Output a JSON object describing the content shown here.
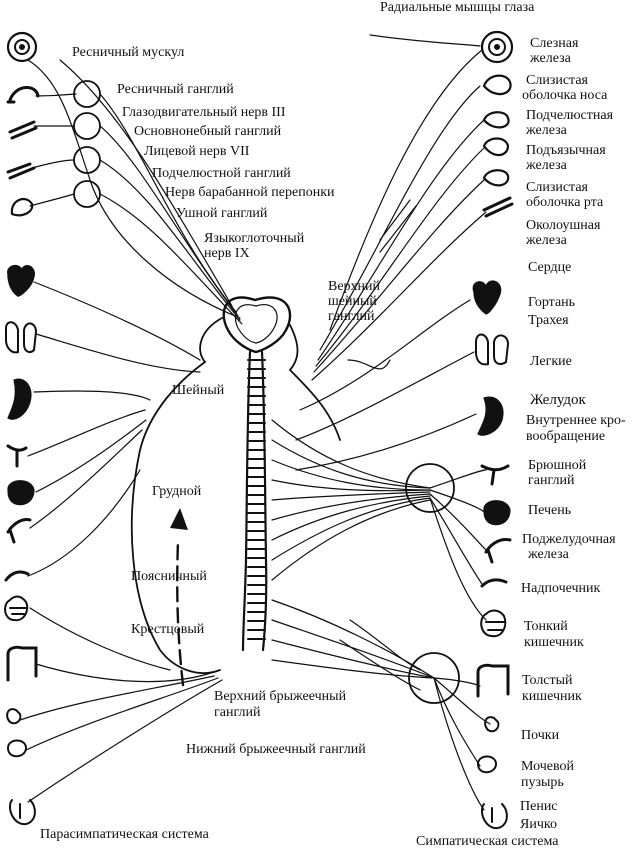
{
  "colors": {
    "ink": "#111111",
    "background": "#ffffff"
  },
  "labels": {
    "radial_eye_muscles": "Радиальные мышцы глаза",
    "ciliary_muscle": "Ресничный мускул",
    "ciliary_ganglion": "Ресничный ганглий",
    "oculomotor_nerve": "Глазодвигательный нерв III",
    "sphenopalatine_ganglion": "Основнонебный ганглий",
    "facial_nerve": "Лицевой нерв VII",
    "submandibular_ganglion": "Подчелюстной ганглий",
    "tympanic_nerve": "Нерв барабанной перепонки",
    "otic_ganglion": "Ушной ганглий",
    "glossopharyngeal_1": "Языкоглоточный",
    "glossopharyngeal_2": "нерв IX",
    "lacrimal_1": "Слезная",
    "lacrimal_2": "железа",
    "nasal_mucosa_1": "Слизистая",
    "nasal_mucosa_2": "оболочка носа",
    "submandibular_gland_1": "Подчелюстная",
    "submandibular_gland_2": "железа",
    "sublingual_1": "Подъязычная",
    "sublingual_2": "железа",
    "oral_mucosa_1": "Слизистая",
    "oral_mucosa_2": "оболочка рта",
    "parotid_1": "Околоушная",
    "parotid_2": "железа",
    "upper_cervical_1": "Верхний",
    "upper_cervical_2": "шейный",
    "upper_cervical_3": "ганглий",
    "heart": "Сердце",
    "larynx": "Гортань",
    "trachea": "Трахея",
    "lungs": "Легкие",
    "stomach": "Желудок",
    "internal_circ_1": "Внутреннее кро-",
    "internal_circ_2": "вообращение",
    "celiac_1": "Брюшной",
    "celiac_2": "ганглий",
    "liver": "Печень",
    "pancreas_1": "Поджелудочная",
    "pancreas_2": "железа",
    "adrenal": "Надпочечник",
    "small_int_1": "Тонкий",
    "small_int_2": "кишечник",
    "large_int_1": "Толстый",
    "large_int_2": "кишечник",
    "kidneys": "Почки",
    "bladder_1": "Мочевой",
    "bladder_2": "пузырь",
    "penis": "Пенис",
    "testis": "Яичко",
    "sympathetic_system": "Симпатическая система",
    "parasympathetic_system": "Парасимпатическая система",
    "cervical": "Шейный",
    "thoracic": "Грудной",
    "lumbar": "Поясничный",
    "sacral": "Крестцовый",
    "superior_mesenteric_1": "Верхний брыжеечный",
    "superior_mesenteric_2": "ганглий",
    "inferior_mesenteric": "Нижний брыжеечный ганглий"
  }
}
